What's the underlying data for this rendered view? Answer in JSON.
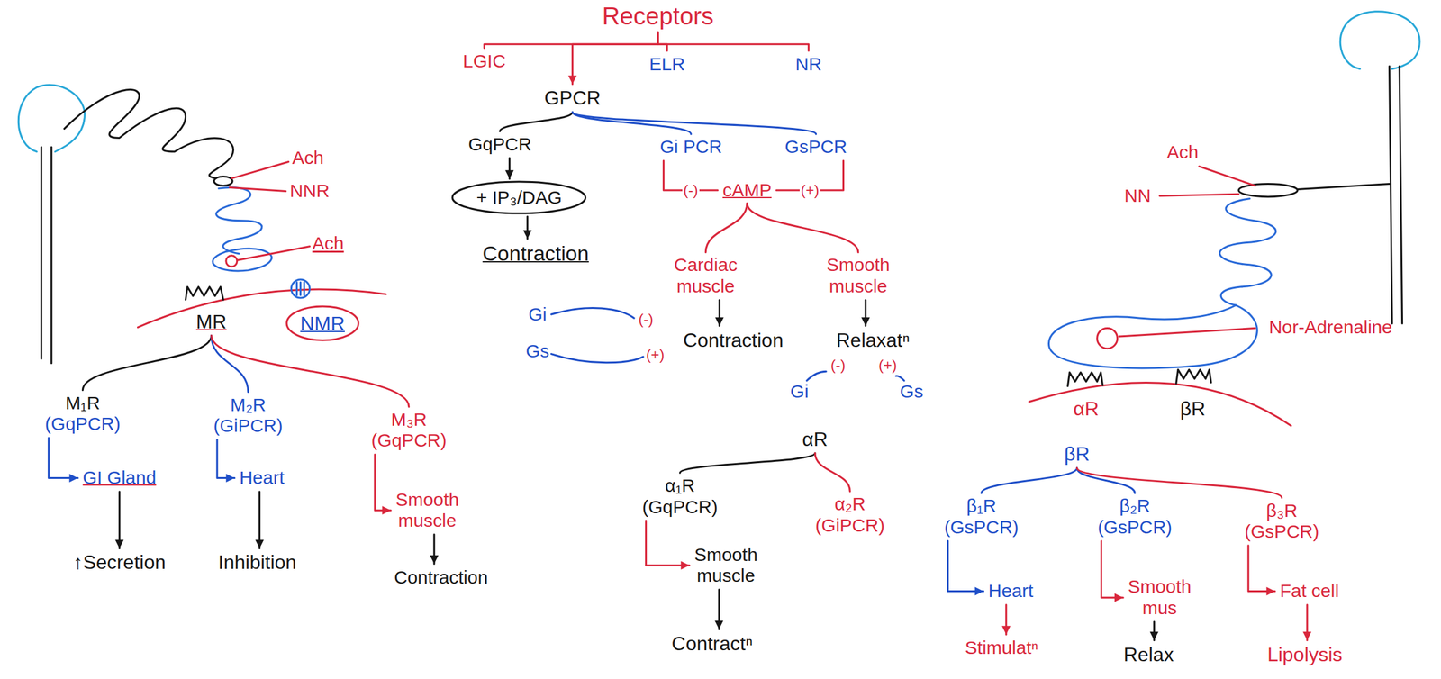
{
  "diagram": {
    "nodes": [
      {
        "text": [
          "Receptors"
        ]
      },
      {
        "text": [
          "LGIC"
        ]
      },
      {
        "text": [
          "ELR"
        ]
      },
      {
        "text": [
          "NR"
        ]
      },
      {
        "text": [
          "GPCR"
        ]
      },
      {
        "text": [
          "GqPCR"
        ]
      },
      {
        "text": [
          "Gi PCR"
        ]
      },
      {
        "text": [
          "GsPCR"
        ]
      },
      {
        "text": [
          "+ IP₃/DAG"
        ]
      },
      {
        "text": [
          "Contraction"
        ]
      },
      {
        "text": [
          "cAMP"
        ]
      },
      {
        "text": [
          "Cardiac muscle"
        ]
      },
      {
        "text": [
          "Smooth muscle"
        ]
      },
      {
        "text": [
          "Contraction"
        ]
      },
      {
        "text": [
          "Relaxatⁿ"
        ]
      },
      {
        "text": [
          "MR"
        ]
      },
      {
        "text": [
          "NMR"
        ]
      },
      {
        "text": [
          "M₁R",
          "(GqPCR)"
        ]
      },
      {
        "text": [
          "M₂R",
          "(GiPCR)"
        ]
      },
      {
        "text": [
          "M₃R",
          "(GqPCR)"
        ]
      },
      {
        "text": [
          "GI Gland"
        ]
      },
      {
        "text": [
          "Heart"
        ]
      },
      {
        "text": [
          "Smooth muscle"
        ]
      },
      {
        "text": [
          "↑Secretion"
        ]
      },
      {
        "text": [
          "Inhibition"
        ]
      },
      {
        "text": [
          "Contraction"
        ]
      },
      {
        "text": [
          "αR"
        ]
      },
      {
        "text": [
          "α₁R",
          "(GqPCR)"
        ]
      },
      {
        "text": [
          "α₂R",
          "(GiPCR)"
        ]
      },
      {
        "text": [
          "Smooth muscle"
        ]
      },
      {
        "text": [
          "Contractⁿ"
        ]
      },
      {
        "text": [
          "βR"
        ]
      },
      {
        "text": [
          "β₁R",
          "(GsPCR)"
        ]
      },
      {
        "text": [
          "β₂R",
          "(GsPCR)"
        ]
      },
      {
        "text": [
          "β₃R",
          "(GsPCR)"
        ]
      },
      {
        "text": [
          "Heart"
        ]
      },
      {
        "text": [
          "Smooth mus"
        ]
      },
      {
        "text": [
          "Fat cell"
        ]
      },
      {
        "text": [
          "Stimulatⁿ"
        ]
      },
      {
        "text": [
          "Relax"
        ]
      },
      {
        "text": [
          "Lipolysis"
        ]
      }
    ],
    "edges": [
      {
        "from": 0,
        "to": 1,
        "arrow": "none"
      },
      {
        "from": 0,
        "to": 2,
        "arrow": "none"
      },
      {
        "from": 0,
        "to": 3,
        "arrow": "none"
      },
      {
        "from": 0,
        "to": 4,
        "arrow": "to"
      },
      {
        "from": 4,
        "to": 5,
        "arrow": "none"
      },
      {
        "from": 4,
        "to": 6,
        "arrow": "none"
      },
      {
        "from": 4,
        "to": 7,
        "arrow": "none"
      },
      {
        "from": 5,
        "to": 8,
        "arrow": "to"
      },
      {
        "from": 8,
        "to": 9,
        "arrow": "to"
      },
      {
        "from": 6,
        "to": 10,
        "arrow": "none",
        "label": "(-)"
      },
      {
        "from": 7,
        "to": 10,
        "arrow": "none",
        "label": "(+)"
      },
      {
        "from": 10,
        "to": 11,
        "arrow": "none"
      },
      {
        "from": 10,
        "to": 12,
        "arrow": "none"
      },
      {
        "from": 11,
        "to": 13,
        "arrow": "to"
      },
      {
        "from": 12,
        "to": 14,
        "arrow": "to"
      },
      {
        "from": 15,
        "to": 17,
        "arrow": "none"
      },
      {
        "from": 15,
        "to": 18,
        "arrow": "none"
      },
      {
        "from": 15,
        "to": 19,
        "arrow": "none"
      },
      {
        "from": 17,
        "to": 20,
        "arrow": "to"
      },
      {
        "from": 18,
        "to": 21,
        "arrow": "to"
      },
      {
        "from": 19,
        "to": 22,
        "arrow": "to"
      },
      {
        "from": 20,
        "to": 23,
        "arrow": "to"
      },
      {
        "from": 21,
        "to": 24,
        "arrow": "to"
      },
      {
        "from": 22,
        "to": 25,
        "arrow": "to"
      },
      {
        "from": 26,
        "to": 27,
        "arrow": "none"
      },
      {
        "from": 26,
        "to": 28,
        "arrow": "none"
      },
      {
        "from": 27,
        "to": 29,
        "arrow": "to"
      },
      {
        "from": 29,
        "to": 30,
        "arrow": "to"
      },
      {
        "from": 31,
        "to": 32,
        "arrow": "none"
      },
      {
        "from": 31,
        "to": 33,
        "arrow": "none"
      },
      {
        "from": 31,
        "to": 34,
        "arrow": "none"
      },
      {
        "from": 32,
        "to": 35,
        "arrow": "to"
      },
      {
        "from": 33,
        "to": 36,
        "arrow": "to"
      },
      {
        "from": 34,
        "to": 37,
        "arrow": "to"
      },
      {
        "from": 35,
        "to": 38,
        "arrow": "to"
      },
      {
        "from": 36,
        "to": 39,
        "arrow": "to"
      },
      {
        "from": 37,
        "to": 40,
        "arrow": "to"
      }
    ],
    "labels": [
      "Ach",
      "NNR",
      "Ach",
      "Gi",
      "Gs",
      "(-)",
      "(+)",
      "(-)",
      "(+)",
      "Gi",
      "Gs",
      "Ach",
      "NN",
      "Nor-Adrenaline",
      "αR",
      "βR"
    ]
  }
}
